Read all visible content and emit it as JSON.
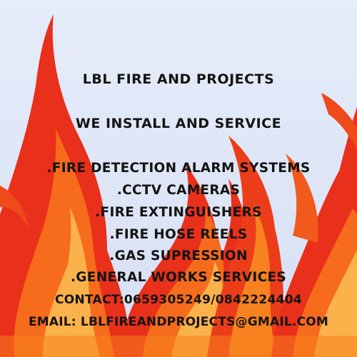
{
  "company": "LBL FIRE AND PROJECTS",
  "tagline": "WE INSTALL AND SERVICE",
  "services": [
    ".FIRE DETECTION ALARM SYSTEMS",
    ".CCTV CAMERAS",
    ".FIRE EXTINGUISHERS",
    ".FIRE HOSE REELS",
    ".GAS SUPRESSION",
    ".GENERAL WORKS SERVICES"
  ],
  "contact": "CONTACT:0659305249/0842224404",
  "email": "EMAIL: LBLFIREANDPROJECTS@GMAIL.COM",
  "colors": {
    "background": "#dde6f7",
    "flame_outer": "#e62a12",
    "flame_mid": "#f56a1a",
    "flame_inner": "#fbb040",
    "text": "#141414"
  }
}
